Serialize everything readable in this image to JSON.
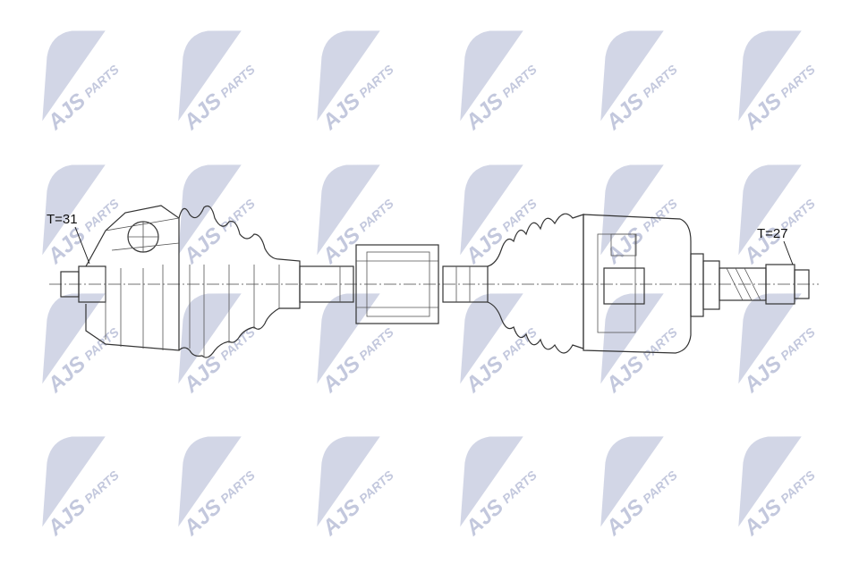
{
  "watermark": {
    "brand": "AJS",
    "suffix": "PARTS",
    "color": "#c3c8dd"
  },
  "labels": {
    "left_joint_teeth": "T=31",
    "right_joint_teeth": "T=27"
  }
}
